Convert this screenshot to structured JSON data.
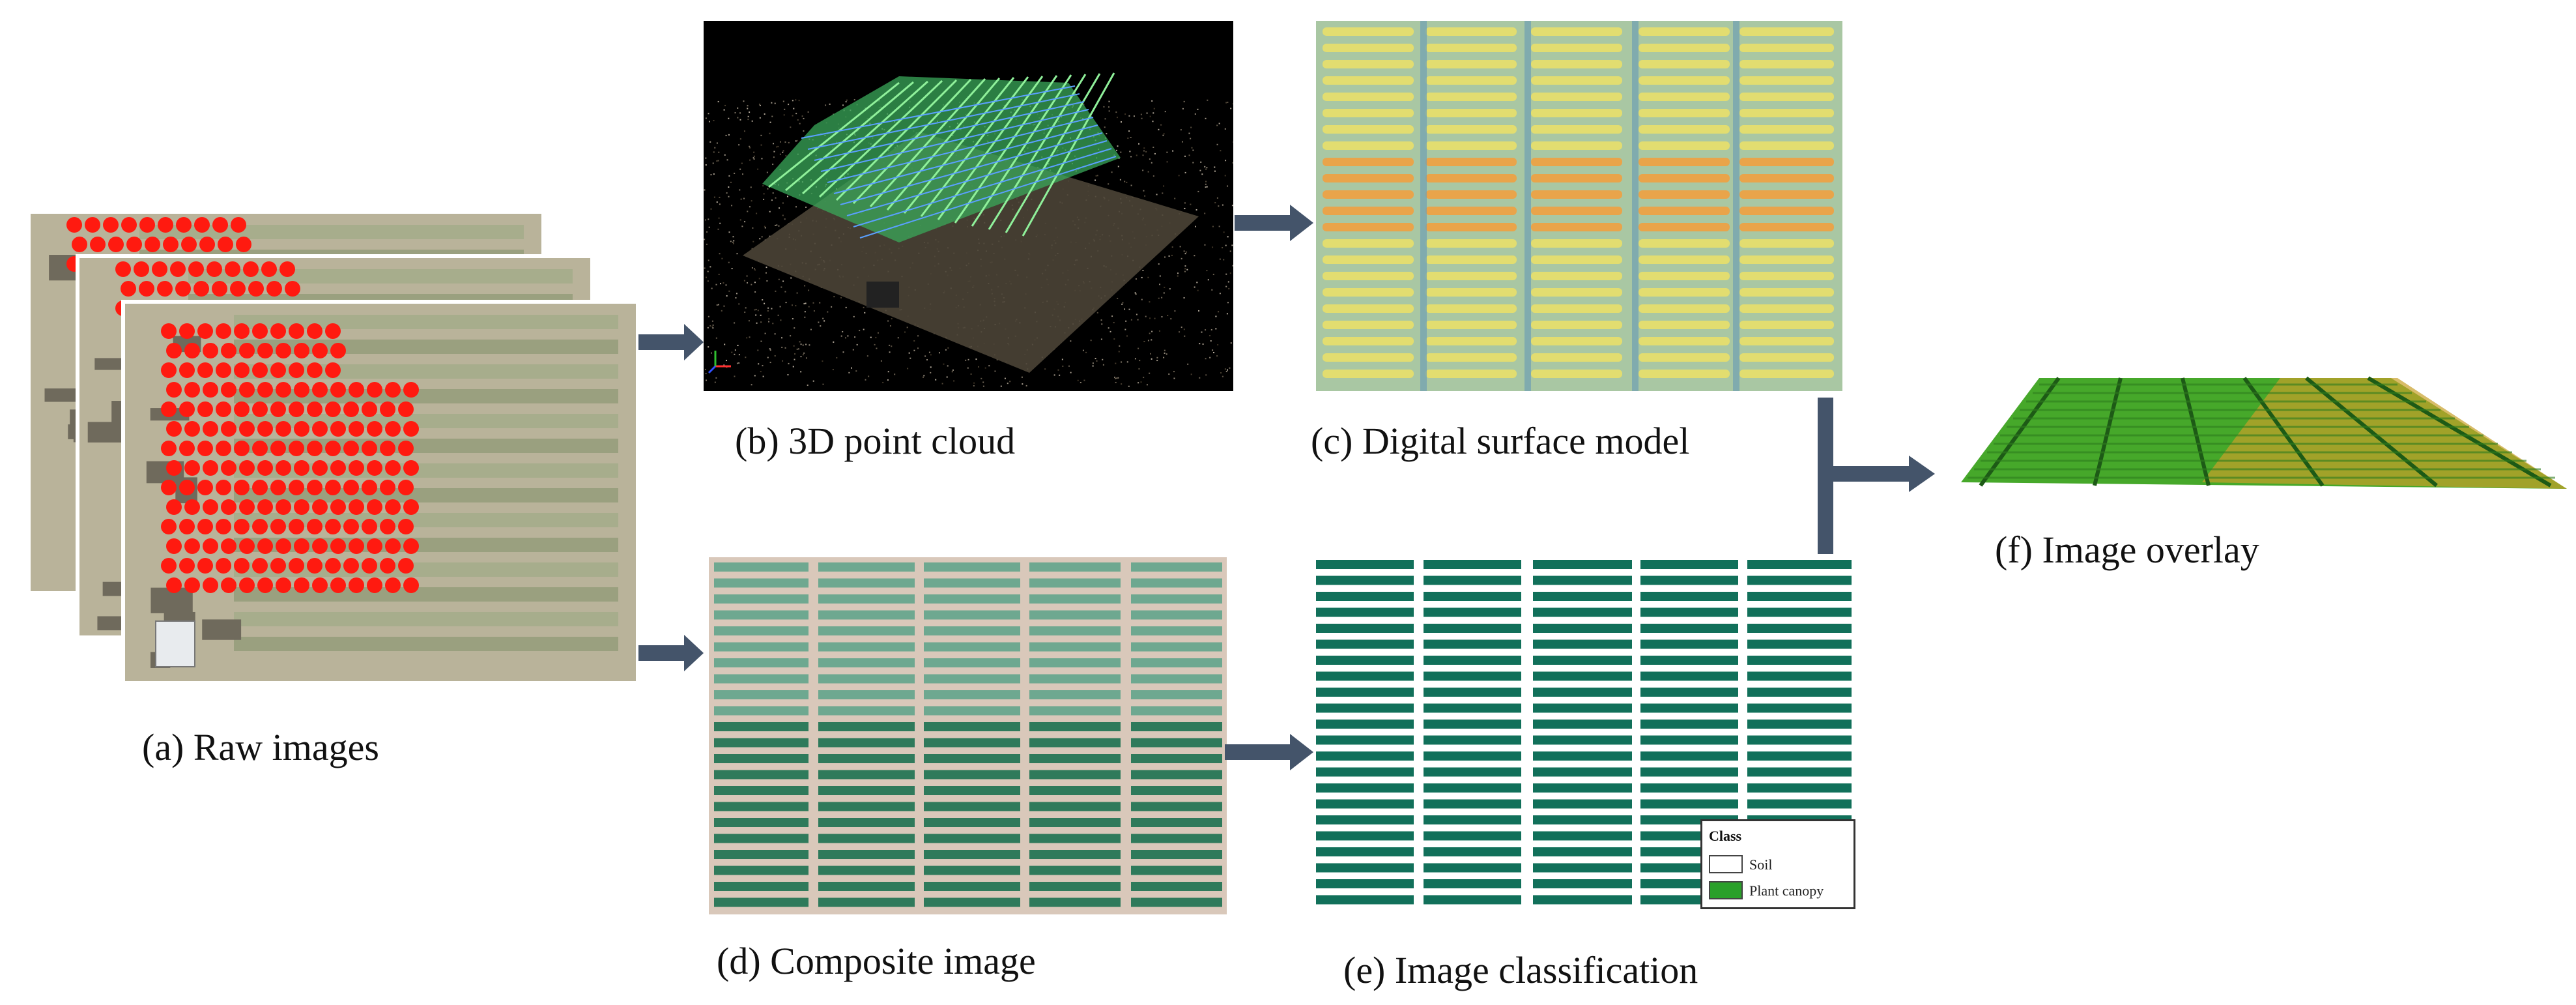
{
  "captions": {
    "raw": "(a) Raw images",
    "cloud": "(b) 3D point cloud",
    "dsm": "(c) Digital surface model",
    "composite": "(d) Composite image",
    "classification": "(e) Image classification",
    "overlay": "(f) Image overlay"
  },
  "legend": {
    "title": "Class",
    "items": [
      {
        "label": "Soil",
        "color": "#ffffff"
      },
      {
        "label": "Plant canopy",
        "color": "#2aa02a"
      }
    ]
  },
  "colors": {
    "arrow": "#44546a",
    "canopy_dark": "#11705a",
    "dsm_base": "#c9dc8e",
    "dsm_hot": "#f0a040",
    "gcp_marker": "#ff1a10"
  },
  "icons": [
    "right-arrow-icon",
    "axis-gizmo-icon"
  ]
}
